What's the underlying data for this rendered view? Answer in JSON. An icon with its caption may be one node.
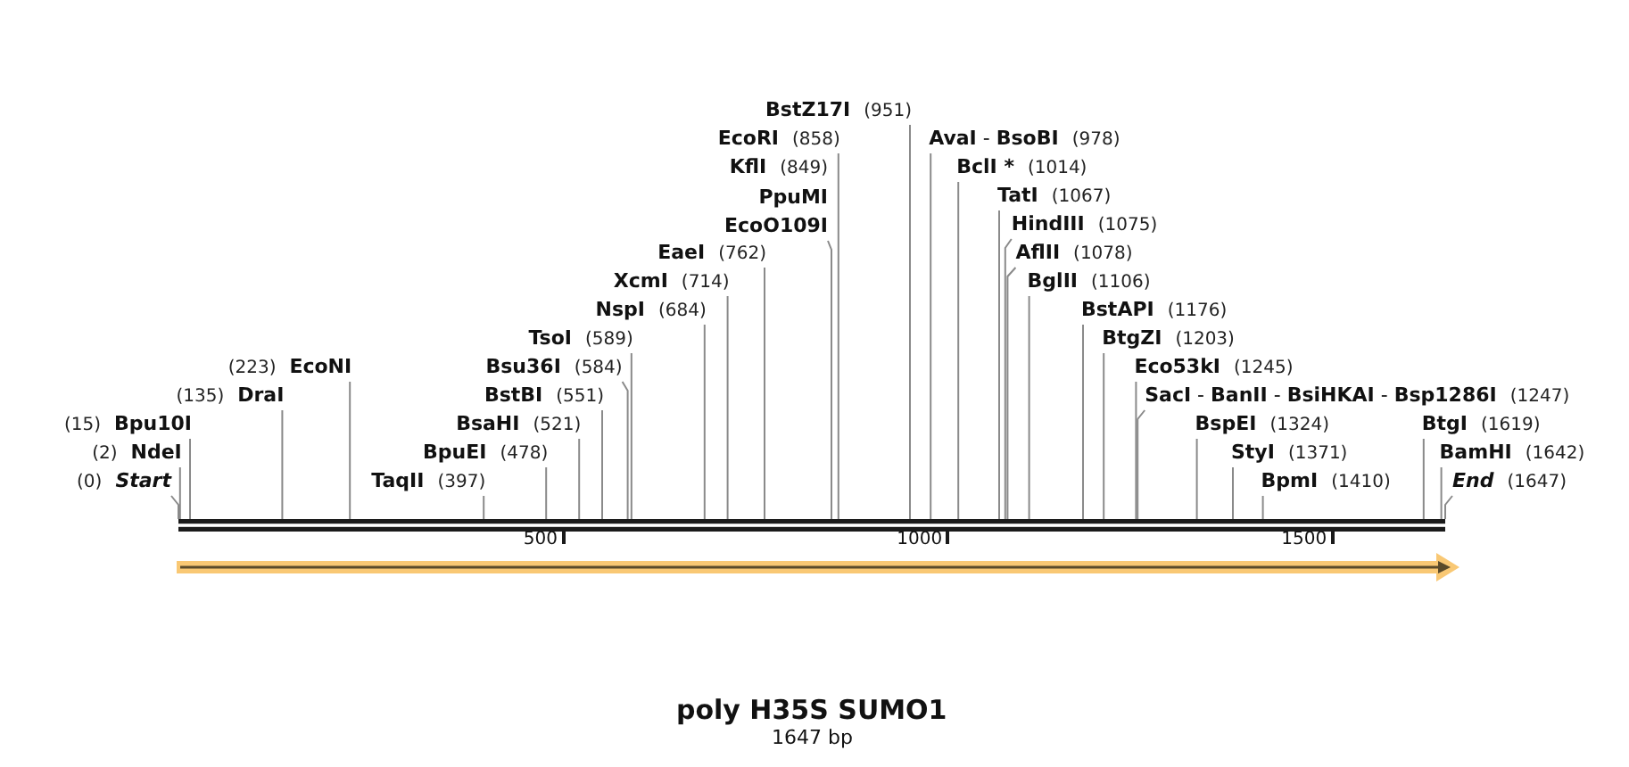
{
  "diagram": {
    "title": "poly H35S SUMO1",
    "caption": "1647 bp",
    "nodes": [
      {
        "text": [],
        "shape": "bar"
      },
      {
        "text": [
          "(0)",
          "Start"
        ]
      },
      {
        "text": [
          "(2)",
          "NdeI"
        ]
      },
      {
        "text": [
          "(15)",
          "Bpu10I"
        ]
      },
      {
        "text": [
          "(135)",
          "DraI"
        ]
      },
      {
        "text": [
          "(223)",
          "EcoNI"
        ]
      },
      {
        "text": [
          "TaqII",
          "(397)"
        ]
      },
      {
        "text": [
          "BpuEI",
          "(478)"
        ]
      },
      {
        "text": [
          "BsaHI",
          "(521)"
        ]
      },
      {
        "text": [
          "BstBI",
          "(551)"
        ]
      },
      {
        "text": [
          "Bsu36I",
          "(584)"
        ]
      },
      {
        "text": [
          "TsoI",
          "(589)"
        ]
      },
      {
        "text": [
          "NspI",
          "(684)"
        ]
      },
      {
        "text": [
          "XcmI",
          "(714)"
        ]
      },
      {
        "text": [
          "EaeI",
          "(762)"
        ]
      },
      {
        "text": [
          "KflI",
          "(849)",
          "PpuMI",
          "EcoO109I"
        ]
      },
      {
        "text": [
          "EcoRI",
          "(858)"
        ]
      },
      {
        "text": [
          "BstZ17I",
          "(951)"
        ]
      },
      {
        "text": [
          "**AvaI** - **BsoBI**",
          "(978)"
        ]
      },
      {
        "text": [
          "BclI *",
          "(1014)"
        ]
      },
      {
        "text": [
          "TatI",
          "(1067)"
        ]
      },
      {
        "text": [
          "HindIII",
          "(1075)"
        ]
      },
      {
        "text": [
          "AflII",
          "(1078)"
        ]
      },
      {
        "text": [
          "BglII",
          "(1106)"
        ]
      },
      {
        "text": [
          "BstAPI",
          "(1176)"
        ]
      },
      {
        "text": [
          "BtgZI",
          "(1203)"
        ]
      },
      {
        "text": [
          "Eco53kI",
          "(1245)"
        ]
      },
      {
        "text": [
          "**SacI** - **BanII** - **BsiHKAI** - **Bsp1286I**",
          "(1247)"
        ]
      },
      {
        "text": [
          "BspEI",
          "(1324)"
        ]
      },
      {
        "text": [
          "StyI",
          "(1371)"
        ]
      },
      {
        "text": [
          "BpmI",
          "(1410)"
        ]
      },
      {
        "text": [
          "BtgI",
          "(1619)"
        ]
      },
      {
        "text": [
          "BamHI",
          "(1642)"
        ]
      },
      {
        "text": [
          "End",
          "(1647)"
        ]
      }
    ],
    "edges": [
      {
        "from": 1,
        "to": 0,
        "arrow": "none"
      },
      {
        "from": 2,
        "to": 0,
        "arrow": "none"
      },
      {
        "from": 3,
        "to": 0,
        "arrow": "none"
      },
      {
        "from": 4,
        "to": 0,
        "arrow": "none"
      },
      {
        "from": 5,
        "to": 0,
        "arrow": "none"
      },
      {
        "from": 6,
        "to": 0,
        "arrow": "none"
      },
      {
        "from": 7,
        "to": 0,
        "arrow": "none"
      },
      {
        "from": 8,
        "to": 0,
        "arrow": "none"
      },
      {
        "from": 9,
        "to": 0,
        "arrow": "none"
      },
      {
        "from": 10,
        "to": 0,
        "arrow": "none"
      },
      {
        "from": 11,
        "to": 0,
        "arrow": "none"
      },
      {
        "from": 12,
        "to": 0,
        "arrow": "none"
      },
      {
        "from": 13,
        "to": 0,
        "arrow": "none"
      },
      {
        "from": 14,
        "to": 0,
        "arrow": "none"
      },
      {
        "from": 15,
        "to": 0,
        "arrow": "none"
      },
      {
        "from": 16,
        "to": 0,
        "arrow": "none"
      },
      {
        "from": 17,
        "to": 0,
        "arrow": "none"
      },
      {
        "from": 18,
        "to": 0,
        "arrow": "none"
      },
      {
        "from": 19,
        "to": 0,
        "arrow": "none"
      },
      {
        "from": 20,
        "to": 0,
        "arrow": "none"
      },
      {
        "from": 21,
        "to": 0,
        "arrow": "none"
      },
      {
        "from": 22,
        "to": 0,
        "arrow": "none"
      },
      {
        "from": 23,
        "to": 0,
        "arrow": "none"
      },
      {
        "from": 24,
        "to": 0,
        "arrow": "none"
      },
      {
        "from": 25,
        "to": 0,
        "arrow": "none"
      },
      {
        "from": 26,
        "to": 0,
        "arrow": "none"
      },
      {
        "from": 27,
        "to": 0,
        "arrow": "none"
      },
      {
        "from": 28,
        "to": 0,
        "arrow": "none"
      },
      {
        "from": 29,
        "to": 0,
        "arrow": "none"
      },
      {
        "from": 30,
        "to": 0,
        "arrow": "none"
      },
      {
        "from": 31,
        "to": 0,
        "arrow": "none"
      },
      {
        "from": 32,
        "to": 0,
        "arrow": "none"
      },
      {
        "from": 33,
        "to": 0,
        "arrow": "none"
      }
    ],
    "labels": [
      "500",
      "1000",
      "1500"
    ]
  }
}
